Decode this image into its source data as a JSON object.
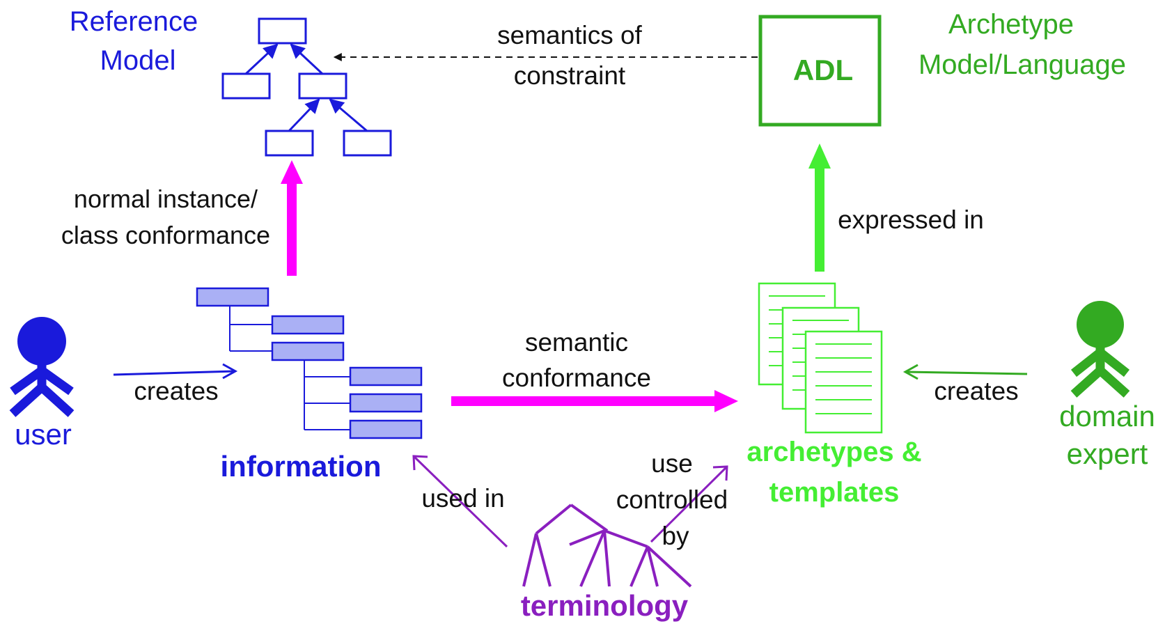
{
  "colors": {
    "blue": "#1a1adb",
    "magenta": "#ff00ff",
    "green": "#33aa22",
    "bright_green": "#44ee33",
    "purple": "#8a1fbf",
    "black": "#111111",
    "row_fill": "#aab0f5"
  },
  "labels": {
    "reference_model": [
      "Reference",
      "Model"
    ],
    "archetype_model": [
      "Archetype",
      "Model/Language"
    ],
    "adl": "ADL",
    "semantics_of_constraint": [
      "semantics of",
      "constraint"
    ],
    "class_conformance": [
      "normal instance/",
      "class conformance"
    ],
    "expressed_in": "expressed in",
    "semantic_conformance": [
      "semantic",
      "conformance"
    ],
    "user_creates": "creates",
    "expert_creates": "creates",
    "user": "user",
    "domain_expert": [
      "domain",
      "expert"
    ],
    "information": "information",
    "archetypes_templates": [
      "archetypes &",
      "templates"
    ],
    "used_in": "used in",
    "use_controlled_by": [
      "use",
      "controlled",
      "by"
    ],
    "terminology": "terminology"
  },
  "icons": {
    "user_figure": "person-icon",
    "expert_figure": "person-icon",
    "documents": "document-stack-icon",
    "terminology_tree": "tree-icon",
    "reference_model_tree": "class-hierarchy-icon"
  }
}
